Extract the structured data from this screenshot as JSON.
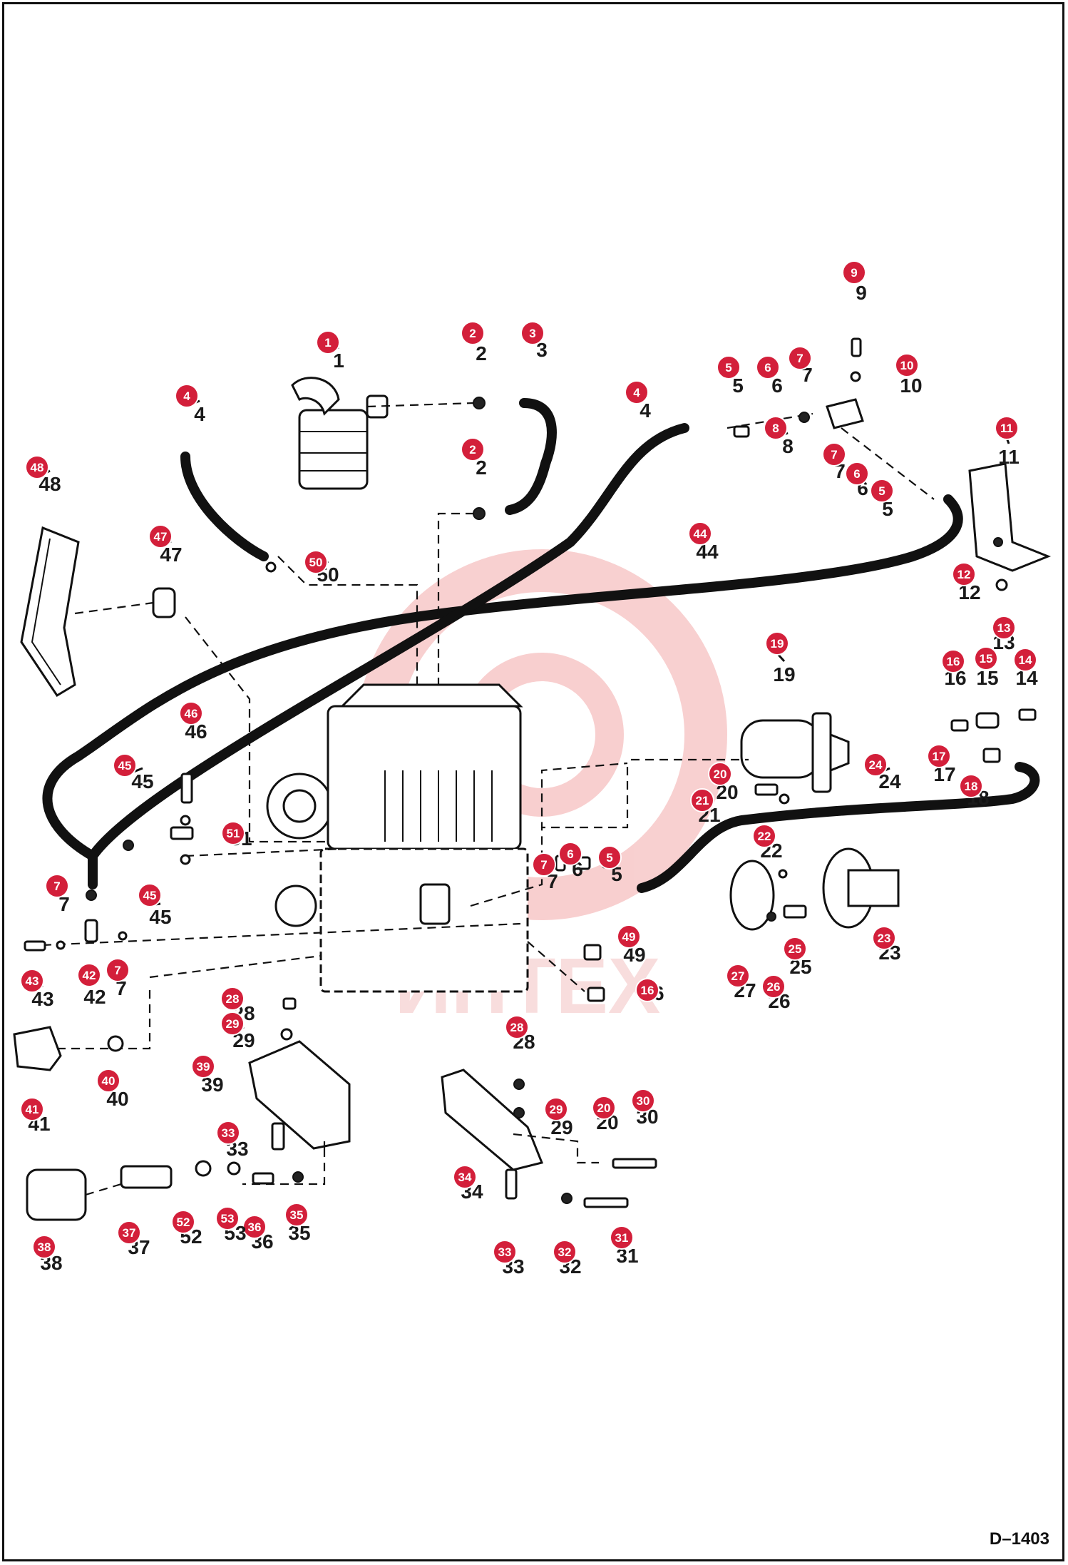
{
  "diagram_code": "D–1403",
  "watermark": {
    "text": "ИНТЕХ",
    "color": "#f7c9c9"
  },
  "badge_color": "#d31f3a",
  "callouts": [
    {
      "n": "1"
    },
    {
      "n": "2"
    },
    {
      "n": "3"
    },
    {
      "n": "4"
    },
    {
      "n": "5"
    },
    {
      "n": "6"
    },
    {
      "n": "7"
    },
    {
      "n": "8"
    },
    {
      "n": "9"
    },
    {
      "n": "10"
    },
    {
      "n": "11"
    },
    {
      "n": "12"
    },
    {
      "n": "13"
    },
    {
      "n": "14"
    },
    {
      "n": "15"
    },
    {
      "n": "16"
    },
    {
      "n": "17"
    },
    {
      "n": "18"
    },
    {
      "n": "19"
    },
    {
      "n": "20"
    },
    {
      "n": "21"
    },
    {
      "n": "22"
    },
    {
      "n": "23"
    },
    {
      "n": "24"
    },
    {
      "n": "25"
    },
    {
      "n": "26"
    },
    {
      "n": "27"
    },
    {
      "n": "28"
    },
    {
      "n": "29"
    },
    {
      "n": "30"
    },
    {
      "n": "31"
    },
    {
      "n": "32"
    },
    {
      "n": "33"
    },
    {
      "n": "34"
    },
    {
      "n": "35"
    },
    {
      "n": "36"
    },
    {
      "n": "37"
    },
    {
      "n": "38"
    },
    {
      "n": "39"
    },
    {
      "n": "40"
    },
    {
      "n": "41"
    },
    {
      "n": "42"
    },
    {
      "n": "43"
    },
    {
      "n": "44"
    },
    {
      "n": "45"
    },
    {
      "n": "46"
    },
    {
      "n": "47"
    },
    {
      "n": "48"
    },
    {
      "n": "49"
    },
    {
      "n": "50"
    },
    {
      "n": "51"
    },
    {
      "n": "52"
    },
    {
      "n": "53"
    }
  ]
}
